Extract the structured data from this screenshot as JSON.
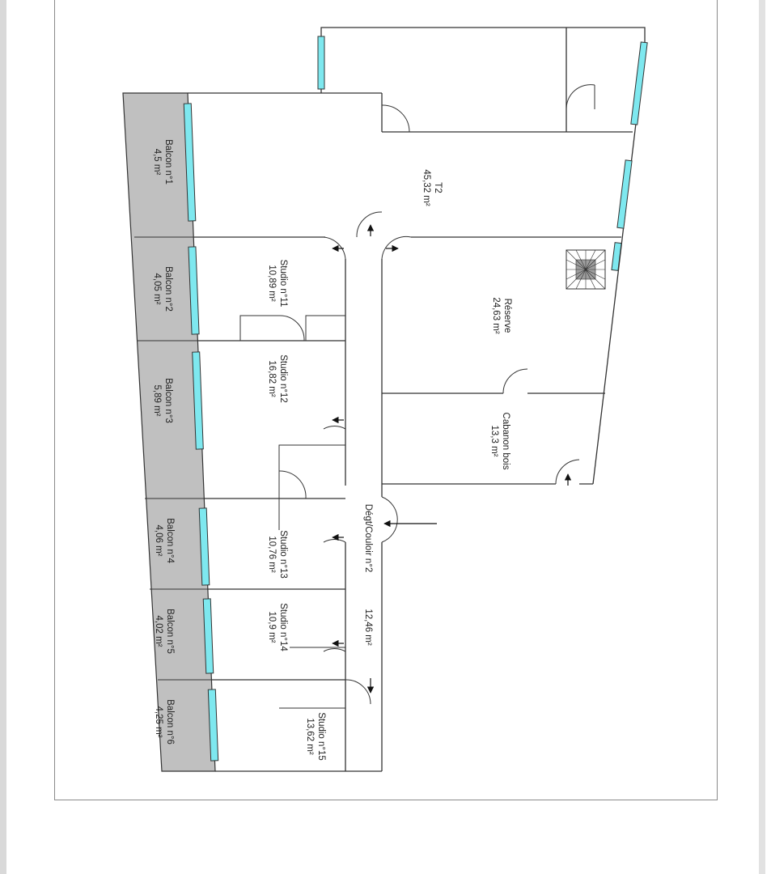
{
  "plan": {
    "rooms": [
      {
        "id": "t2",
        "name": "T2",
        "area": "45,32 m²"
      },
      {
        "id": "reserve",
        "name": "Réserve",
        "area": "24,63 m²"
      },
      {
        "id": "cabanon",
        "name": "Cabanon bois",
        "area": "13,3 m²"
      },
      {
        "id": "studio11",
        "name": "Studio n°11",
        "area": "10,89 m²"
      },
      {
        "id": "studio12",
        "name": "Studio n°12",
        "area": "16,82 m²"
      },
      {
        "id": "studio13",
        "name": "Studio n°13",
        "area": "10,76 m²"
      },
      {
        "id": "studio14",
        "name": "Studio n°14",
        "area": "10,9 m²"
      },
      {
        "id": "studio15",
        "name": "Studio n°15",
        "area": "13,62 m²"
      },
      {
        "id": "couloir",
        "name": "Dégt/Couloir n°2",
        "area": "12,46 m²"
      }
    ],
    "balconies": [
      {
        "name": "Balcon n°1",
        "area": "4,5 m²"
      },
      {
        "name": "Balcon n°2",
        "area": "4,05 m²"
      },
      {
        "name": "Balcon n°3",
        "area": "5,89 m²"
      },
      {
        "name": "Balcon n°4",
        "area": "4,06 m²"
      },
      {
        "name": "Balcon n°5",
        "area": "4,02 m²"
      },
      {
        "name": "Balcon n°6",
        "area": "4,25 m²"
      }
    ]
  },
  "colors": {
    "balcony": "#c0c0c0",
    "window": "#7ee8ef",
    "wall": "#333333"
  },
  "icons": [
    "door-arrow-icon",
    "stair-icon"
  ]
}
